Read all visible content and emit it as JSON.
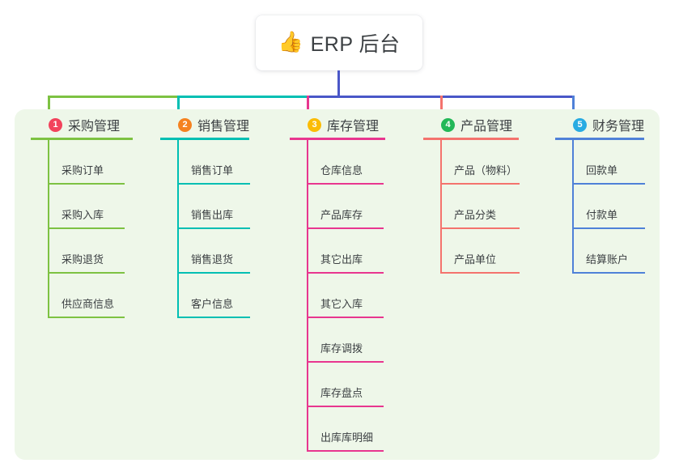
{
  "root": {
    "icon": "thumbs-up-icon",
    "icon_glyph": "👍",
    "title": "ERP 后台"
  },
  "colors": {
    "panel_bg": "#eef7e9",
    "page_bg": "#ffffff",
    "text": "#3c4043",
    "trunk_blue": "#4a57c8",
    "col1": "#7dc242",
    "col2": "#00bfb3",
    "col3": "#e8368f",
    "col4": "#f4736d",
    "col5": "#4f81d8",
    "badge1": "#f2435c",
    "badge2": "#f58220",
    "badge3": "#fbbc05",
    "badge4": "#23b858",
    "badge5": "#29abe2"
  },
  "columns": [
    {
      "number": "1",
      "title": "采购管理",
      "line_color": "#7dc242",
      "badge_color": "#f2435c",
      "items": [
        "采购订单",
        "采购入库",
        "采购退货",
        "供应商信息"
      ]
    },
    {
      "number": "2",
      "title": "销售管理",
      "line_color": "#00bfb3",
      "badge_color": "#f58220",
      "items": [
        "销售订单",
        "销售出库",
        "销售退货",
        "客户信息"
      ]
    },
    {
      "number": "3",
      "title": "库存管理",
      "line_color": "#e8368f",
      "badge_color": "#fbbc05",
      "items": [
        "仓库信息",
        "产品库存",
        "其它出库",
        "其它入库",
        "库存调拨",
        "库存盘点",
        "出库库明细"
      ]
    },
    {
      "number": "4",
      "title": "产品管理",
      "line_color": "#f4736d",
      "badge_color": "#23b858",
      "items": [
        "产品（物料）",
        "产品分类",
        "产品单位"
      ]
    },
    {
      "number": "5",
      "title": "财务管理",
      "line_color": "#4f81d8",
      "badge_color": "#29abe2",
      "items": [
        "回款单",
        "付款单",
        "结算账户"
      ]
    }
  ]
}
